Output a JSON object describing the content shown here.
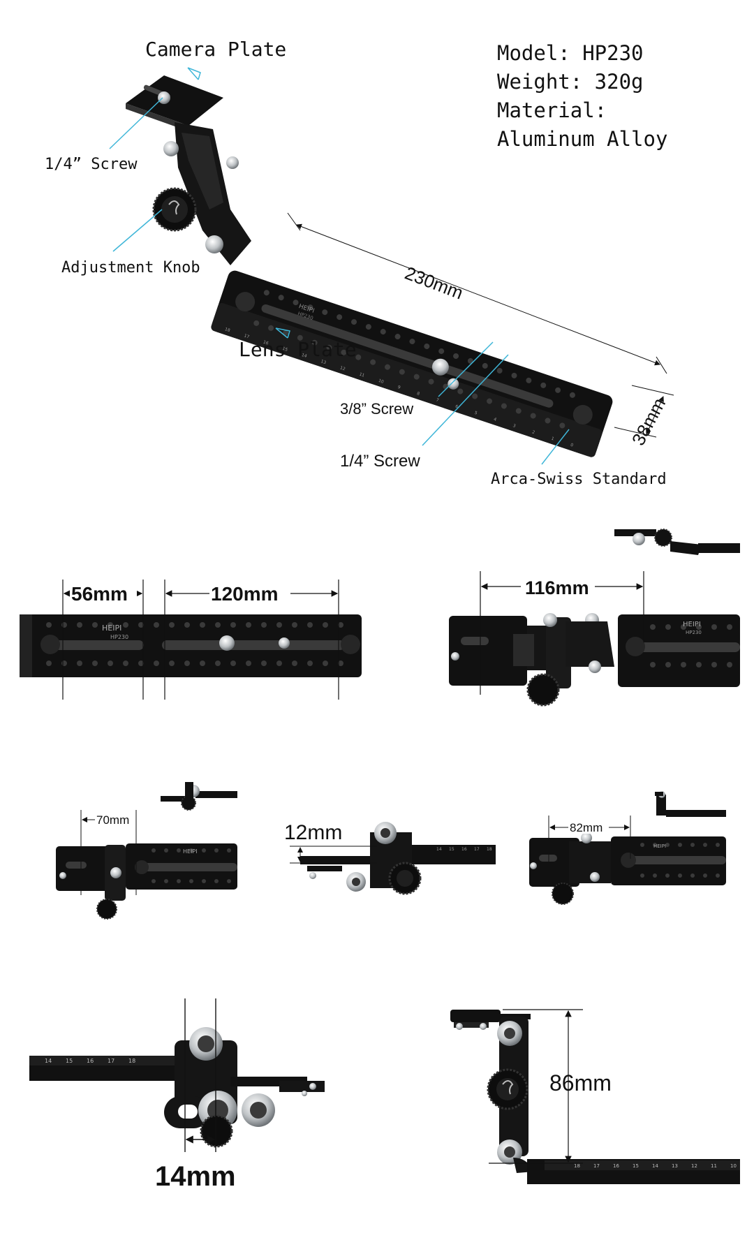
{
  "specs": {
    "model": "Model: HP230",
    "weight": "Weight: 320g",
    "material": "Material:",
    "material_value": "Aluminum Alloy"
  },
  "callouts": {
    "camera_plate": "Camera Plate",
    "screw_top": "1/4” Screw",
    "adjustment_knob": "Adjustment Knob",
    "lens_plate": "Lens Plate",
    "screw_38": "3/8” Screw",
    "screw_14": "1/4” Screw",
    "arca_swiss": "Arca-Swiss Standard"
  },
  "dimensions": {
    "length": "230mm",
    "width": "38mm",
    "d56": "56mm",
    "d120": "120mm",
    "d116": "116mm",
    "d70": "70mm",
    "d12": "12mm",
    "d82": "82mm",
    "d14": "14mm",
    "d86": "86mm"
  },
  "brand": "HEIPI",
  "brand_model": "HP230",
  "scale_top": [
    "18",
    "17",
    "16",
    "15",
    "14",
    "13",
    "12",
    "11",
    "10",
    "9",
    "8",
    "7",
    "6",
    "5",
    "4",
    "3",
    "2",
    "1",
    "0"
  ],
  "scale_side": [
    "14",
    "15",
    "16",
    "17",
    "18"
  ],
  "scale_vert": [
    "18",
    "17",
    "16",
    "15",
    "14",
    "13",
    "12",
    "11",
    "10"
  ],
  "colors": {
    "accent": "#3fb6d8",
    "metal": "#111111",
    "steel": "#bfc3c6"
  }
}
